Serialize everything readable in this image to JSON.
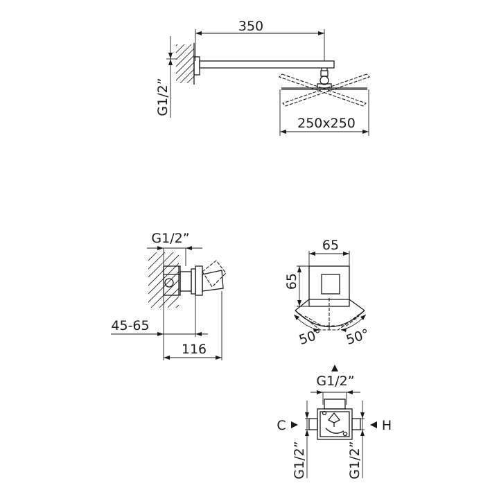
{
  "shower_arm": {
    "length_label": "350",
    "thread_label": "G1/2”",
    "head_size_label": "250x250"
  },
  "mixer_side": {
    "thread_label": "G1/2”",
    "depth_range_label": "45-65",
    "length_label": "116"
  },
  "mixer_front": {
    "width_label": "65",
    "height_label": "65",
    "angle_left_label": "50°",
    "angle_right_label": "50°"
  },
  "valve_body": {
    "outlet_thread_label": "G1/2”",
    "cold_label": "C",
    "hot_label": "H",
    "left_inlet_thread_label": "G1/2”",
    "right_inlet_thread_label": "G1/2”"
  }
}
